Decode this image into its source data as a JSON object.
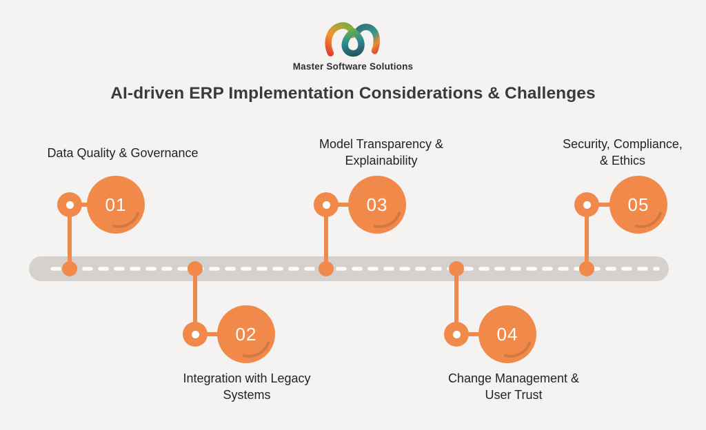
{
  "brand": {
    "name": "Master Software Solutions"
  },
  "title": "AI-driven ERP Implementation Considerations & Challenges",
  "colors": {
    "background": "#F4F3F1",
    "accent_orange": "#F0894A",
    "track_gray": "#D4D1CE",
    "dash_white": "#FCFBFA",
    "title_text": "#3A3A3C",
    "label_text": "#232323",
    "number_text": "#FFFFFF"
  },
  "logo": {
    "icon": "ribbon-m-logo",
    "colors": [
      "#E2402F",
      "#F5942F",
      "#7FAE3C",
      "#2E8D93",
      "#275462",
      "#E0433C"
    ]
  },
  "timeline": {
    "items": [
      {
        "number": "01",
        "label": "Data Quality & Governance",
        "side": "up"
      },
      {
        "number": "02",
        "label": "Integration with Legacy\nSystems",
        "side": "down"
      },
      {
        "number": "03",
        "label": "Model Transparency &\nExplainability",
        "side": "up"
      },
      {
        "number": "04",
        "label": "Change Management &\nUser Trust",
        "side": "down"
      },
      {
        "number": "05",
        "label": "Security, Compliance,\n& Ethics",
        "side": "up"
      }
    ]
  }
}
